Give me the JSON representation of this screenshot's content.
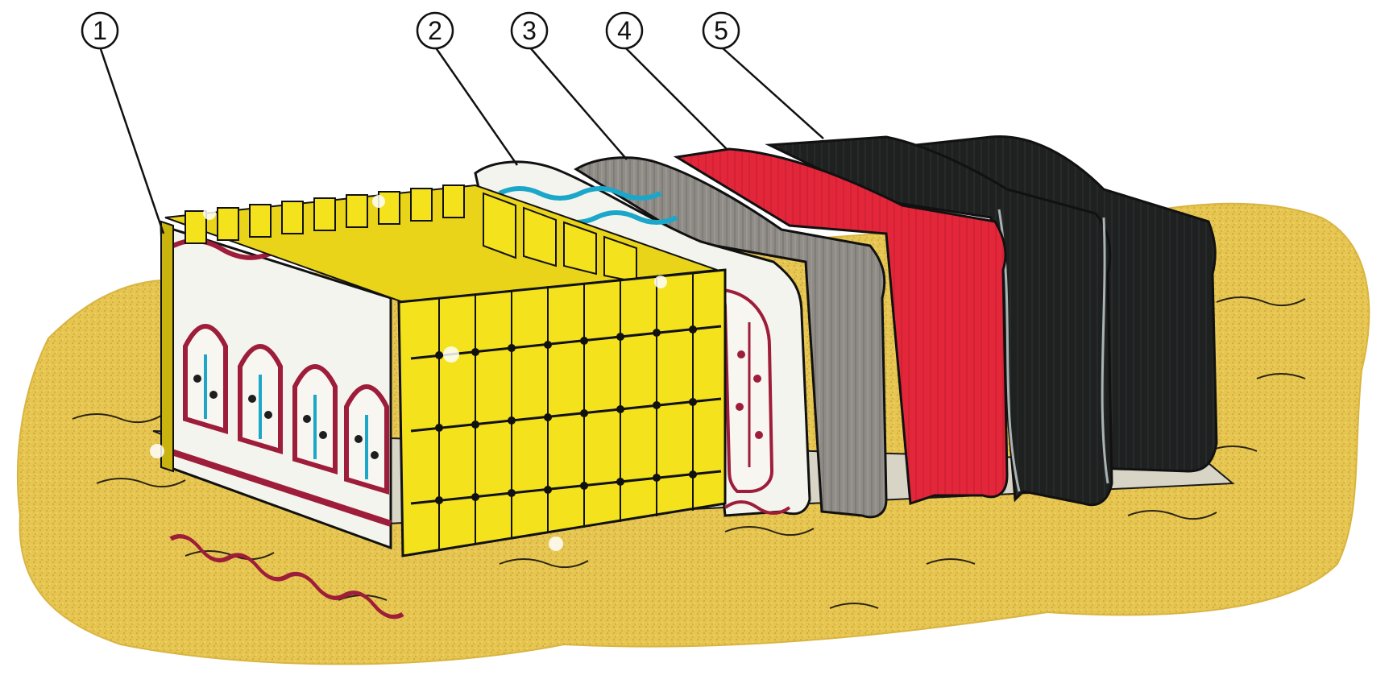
{
  "callouts": [
    {
      "id": "1",
      "label": "1"
    },
    {
      "id": "2",
      "label": "2"
    },
    {
      "id": "3",
      "label": "3"
    },
    {
      "id": "4",
      "label": "4"
    },
    {
      "id": "5",
      "label": "5"
    }
  ],
  "colors": {
    "sand": "#e3c24e",
    "gold_board": "#f3e21c",
    "gold_shadow": "#c9b30f",
    "linen_white": "#f4f4ee",
    "linen_crimson": "#9e1d3a",
    "linen_blue": "#1ba7c9",
    "goat_hair_gray": "#8f8b86",
    "ram_skin_red": "#e3263a",
    "outer_covering_black": "#1c1f1e",
    "outline": "#1a1a1a"
  }
}
